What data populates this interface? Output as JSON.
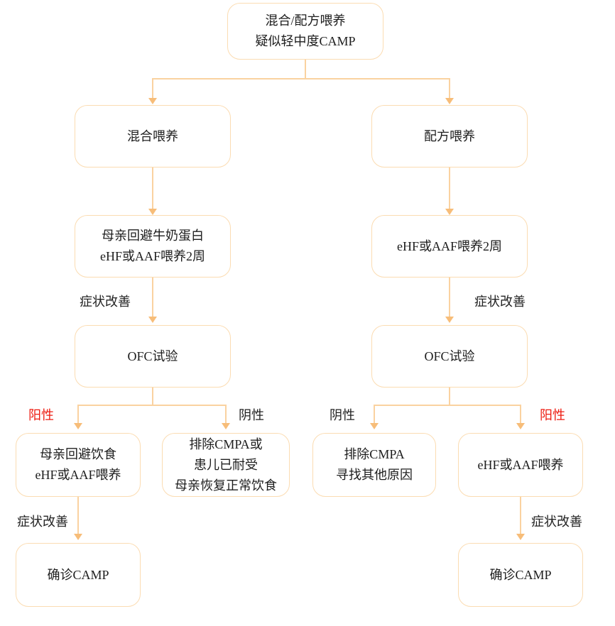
{
  "colors": {
    "box_border": "#fbdcb2",
    "connector": "#fad2a0",
    "arrow": "#f7bd79",
    "highlight_red": "#ed1b10",
    "text": "#1d1d1d"
  },
  "nodes": {
    "root": {
      "line1": "混合/配方喂养",
      "line2": "疑似轻中度CAMP"
    },
    "mixed_feeding": {
      "label": "混合喂养"
    },
    "formula_feeding": {
      "label": "配方喂养"
    },
    "mixed_elimination": {
      "line1": "母亲回避牛奶蛋白",
      "line2": "eHF或AAF喂养2周"
    },
    "formula_trial": {
      "label": "eHF或AAF喂养2周"
    },
    "ofc_left": {
      "label": "OFC试验"
    },
    "ofc_right": {
      "label": "OFC试验"
    },
    "mixed_positive": {
      "line1": "母亲回避饮食",
      "line2": "eHF或AAF喂养"
    },
    "mixed_negative": {
      "line1": "排除CMPA或",
      "line2": "患儿已耐受",
      "line3": "母亲恢复正常饮食"
    },
    "formula_negative": {
      "line1": "排除CMPA",
      "line2": "寻找其他原因"
    },
    "formula_positive": {
      "label": "eHF或AAF喂养"
    },
    "confirm_left": {
      "label": "确诊CAMP"
    },
    "confirm_right": {
      "label": "确诊CAMP"
    }
  },
  "labels": {
    "symptom_improvement": "症状改善",
    "positive": "阳性",
    "negative": "阴性"
  }
}
